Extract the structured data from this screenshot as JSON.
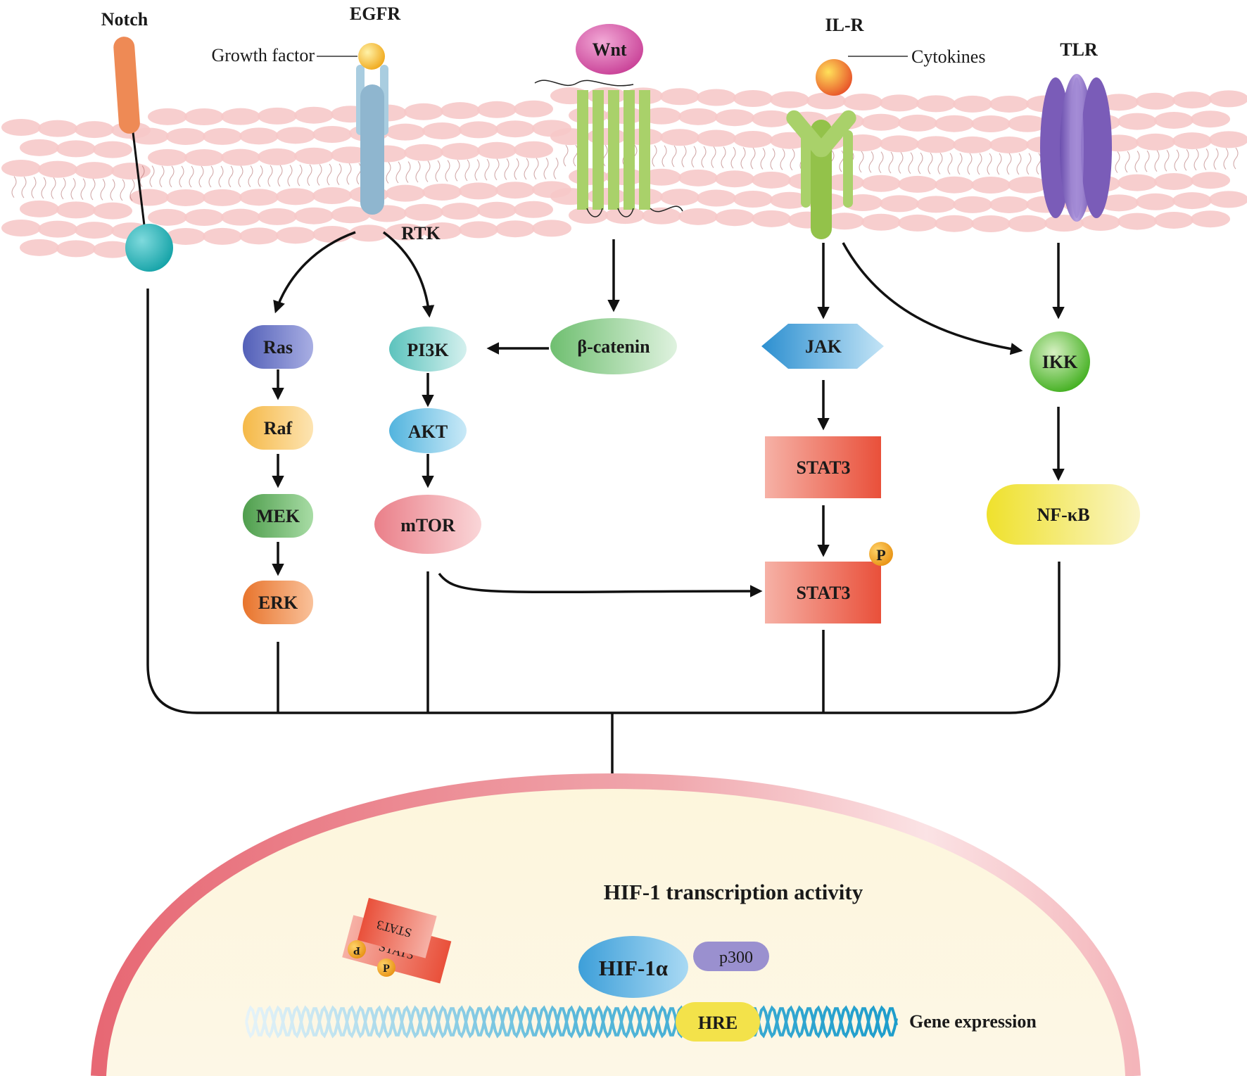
{
  "receptors": {
    "notch": "Notch",
    "egfr": "EGFR",
    "growth_factor": "Growth factor",
    "rtk": "RTK",
    "wnt": "Wnt",
    "ilr": "IL-R",
    "cytokines": "Cytokines",
    "tlr": "TLR"
  },
  "nodes": {
    "ras": "Ras",
    "raf": "Raf",
    "mek": "MEK",
    "erk": "ERK",
    "pi3k": "PI3K",
    "akt": "AKT",
    "mtor": "mTOR",
    "beta_catenin": "β-catenin",
    "jak": "JAK",
    "stat3": "STAT3",
    "stat3_p": "STAT3",
    "phospho": "P",
    "ikk": "IKK",
    "nfkb": "NF-κB"
  },
  "nucleus": {
    "hif1_activity": "HIF-1 transcription activity",
    "hif1a": "HIF-1α",
    "p300": "p300",
    "hre": "HRE",
    "gene_expression": "Gene expression",
    "dimer_stat3_a": "STAT3",
    "dimer_stat3_b": "STAT3",
    "dimer_p_a": "P",
    "dimer_p_b": "P"
  },
  "colors": {
    "membrane": "#f6c9c9",
    "notch": "#ee8a55",
    "notch_domain": "#3dbcc0",
    "egfr": "#9cc3d8",
    "wnt": "#d65aa8",
    "frizzled": "#a9d16a",
    "ilr": "#93c24a",
    "tlr": "#8b6bbf",
    "ras": "#6a73c4",
    "raf": "#f6c86a",
    "mek": "#5faa5d",
    "erk": "#ec8f4a",
    "pi3k": "#7fd0cc",
    "akt": "#74c3e3",
    "mtor": "#ef9fa5",
    "beta_catenin": "#92cf92",
    "jak": "#3f9fd8",
    "stat3": "#ef6a50",
    "ikk": "#52b72f",
    "nfkb": "#f1e54e",
    "hif1a": "#48a9dd",
    "p300": "#8f86c8",
    "hre": "#f3e24a",
    "dna": "#29a6cc",
    "nucleus_envelope": "#e8727a"
  }
}
